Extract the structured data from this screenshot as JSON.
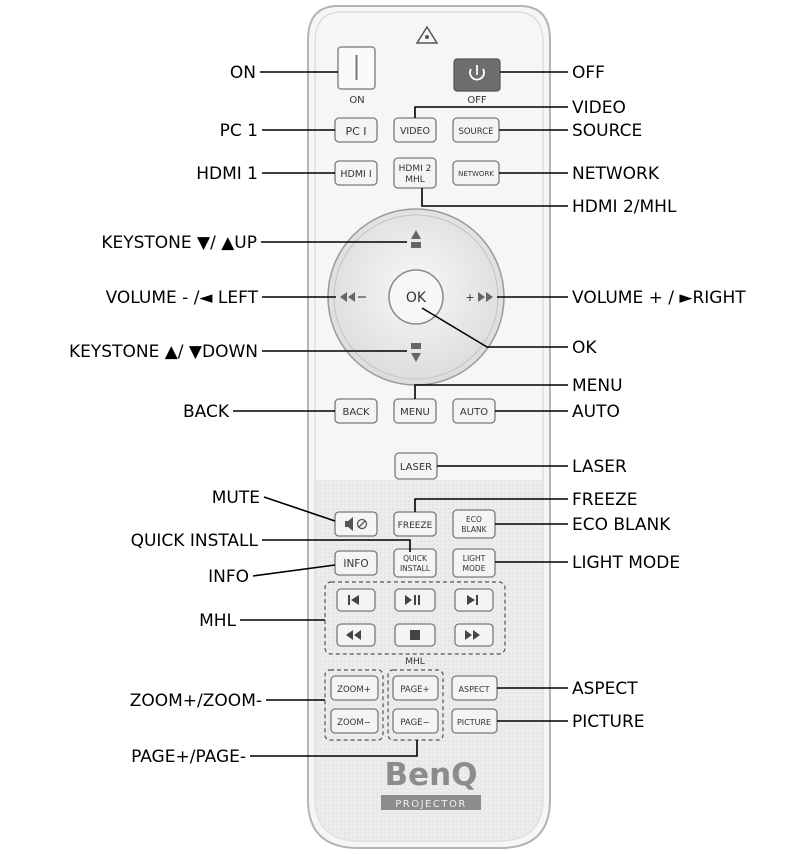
{
  "callouts": {
    "on": "ON",
    "off": "OFF",
    "pc1": "PC 1",
    "video": "VIDEO",
    "source": "SOURCE",
    "hdmi1": "HDMI 1",
    "network": "NETWORK",
    "hdmi2": "HDMI 2/MHL",
    "keystone_up": "KEYSTONE ▼/ ▲UP",
    "volume_left": "VOLUME - /◄ LEFT",
    "volume_right": "VOLUME + / ►RIGHT",
    "keystone_down": "KEYSTONE ▲/ ▼DOWN",
    "ok": "OK",
    "menu": "MENU",
    "back": "BACK",
    "auto": "AUTO",
    "laser": "LASER",
    "mute": "MUTE",
    "freeze": "FREEZE",
    "quick_install": "QUICK INSTALL",
    "eco_blank": "ECO BLANK",
    "info": "INFO",
    "light_mode": "LIGHT MODE",
    "mhl": "MHL",
    "zoom": "ZOOM+/ZOOM-",
    "aspect": "ASPECT",
    "picture": "PICTURE",
    "page": "PAGE+/PAGE-"
  },
  "remote": {
    "on_sub": "ON",
    "off_sub": "OFF",
    "btn_pc1": "PC I",
    "btn_video": "VIDEO",
    "btn_source": "SOURCE",
    "btn_hdmi1": "HDMI I",
    "btn_hdmi2_a": "HDMI 2",
    "btn_hdmi2_b": "MHL",
    "btn_network": "NETWORK",
    "btn_ok": "OK",
    "btn_back": "BACK",
    "btn_menu": "MENU",
    "btn_auto": "AUTO",
    "btn_laser": "LASER",
    "btn_freeze": "FREEZE",
    "btn_eco_a": "ECO",
    "btn_eco_b": "BLANK",
    "btn_info": "INFO",
    "btn_quick_a": "QUICK",
    "btn_quick_b": "INSTALL",
    "btn_light_a": "LIGHT",
    "btn_light_b": "MODE",
    "mhl_group_label": "MHL",
    "btn_zoom_plus": "ZOOM+",
    "btn_zoom_minus": "ZOOM−",
    "btn_page_plus": "PAGE+",
    "btn_page_minus": "PAGE−",
    "btn_aspect": "ASPECT",
    "btn_picture": "PICTURE",
    "brand": "BenQ",
    "brand_sub": "PROJECTOR"
  },
  "icons": {
    "laser_warning": "laser-warning-icon",
    "power": "power-icon",
    "mute": "mute-icon",
    "prev": "skip-previous-icon",
    "play_pause": "play-pause-icon",
    "next": "skip-next-icon",
    "rewind": "rewind-icon",
    "stop": "stop-icon",
    "fast_forward": "fast-forward-icon"
  },
  "colors": {
    "body": "#f5f5f5",
    "outline": "#b8b8b8",
    "power_off": "#6d6d6d",
    "text": "#000000"
  }
}
